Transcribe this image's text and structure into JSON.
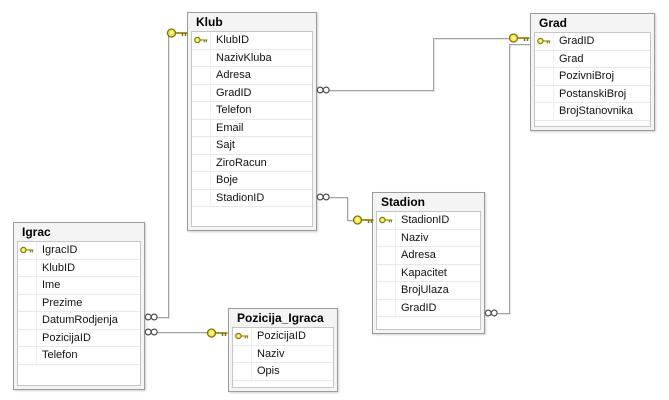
{
  "diagram": {
    "tables": [
      {
        "id": "klub",
        "title": "Klub",
        "columns": [
          {
            "name": "KlubID",
            "pk": true
          },
          {
            "name": "NazivKluba",
            "pk": false
          },
          {
            "name": "Adresa",
            "pk": false
          },
          {
            "name": "GradID",
            "pk": false
          },
          {
            "name": "Telefon",
            "pk": false
          },
          {
            "name": "Email",
            "pk": false
          },
          {
            "name": "Sajt",
            "pk": false
          },
          {
            "name": "ZiroRacun",
            "pk": false
          },
          {
            "name": "Boje",
            "pk": false
          },
          {
            "name": "StadionID",
            "pk": false
          }
        ]
      },
      {
        "id": "grad",
        "title": "Grad",
        "columns": [
          {
            "name": "GradID",
            "pk": true
          },
          {
            "name": "Grad",
            "pk": false
          },
          {
            "name": "PozivniBroj",
            "pk": false
          },
          {
            "name": "PostanskiBroj",
            "pk": false
          },
          {
            "name": "BrojStanovnika",
            "pk": false
          }
        ]
      },
      {
        "id": "igrac",
        "title": "Igrac",
        "columns": [
          {
            "name": "IgracID",
            "pk": true
          },
          {
            "name": "KlubID",
            "pk": false
          },
          {
            "name": "Ime",
            "pk": false
          },
          {
            "name": "Prezime",
            "pk": false
          },
          {
            "name": "DatumRodjenja",
            "pk": false
          },
          {
            "name": "PozicijaID",
            "pk": false
          },
          {
            "name": "Telefon",
            "pk": false
          }
        ]
      },
      {
        "id": "stadion",
        "title": "Stadion",
        "columns": [
          {
            "name": "StadionID",
            "pk": true
          },
          {
            "name": "Naziv",
            "pk": false
          },
          {
            "name": "Adresa",
            "pk": false
          },
          {
            "name": "Kapacitet",
            "pk": false
          },
          {
            "name": "BrojUlaza",
            "pk": false
          },
          {
            "name": "GradID",
            "pk": false
          }
        ]
      },
      {
        "id": "pozicija_igraca",
        "title": "Pozicija_Igraca",
        "columns": [
          {
            "name": "PozicijaID",
            "pk": true
          },
          {
            "name": "Naziv",
            "pk": false
          },
          {
            "name": "Opis",
            "pk": false
          }
        ]
      }
    ],
    "relationships": [
      {
        "one_side": "Klub.KlubID",
        "many_side": "Igrac.KlubID"
      },
      {
        "one_side": "Pozicija_Igraca.PozicijaID",
        "many_side": "Igrac.PozicijaID"
      },
      {
        "one_side": "Grad.GradID",
        "many_side": "Klub.GradID"
      },
      {
        "one_side": "Stadion.StadionID",
        "many_side": "Klub.StadionID"
      },
      {
        "one_side": "Grad.GradID",
        "many_side": "Stadion.GradID"
      }
    ],
    "icons": {
      "primary_key": "key-icon",
      "one_end": "key-icon",
      "many_end": "infinity-icon",
      "many_glyph": "∞"
    },
    "colors": {
      "canvas": "#ffffff",
      "table_chrome": "#f4f4f4",
      "table_border": "#9b9b9b",
      "grid_background": "#ffffff",
      "row_separator": "#e8e8e8",
      "connector_line": "#a2a2a2",
      "connector_highlight": "#e6e6e6",
      "key_fill": "#f7e94f",
      "key_stroke": "#7c7400",
      "text": "#000000"
    }
  }
}
